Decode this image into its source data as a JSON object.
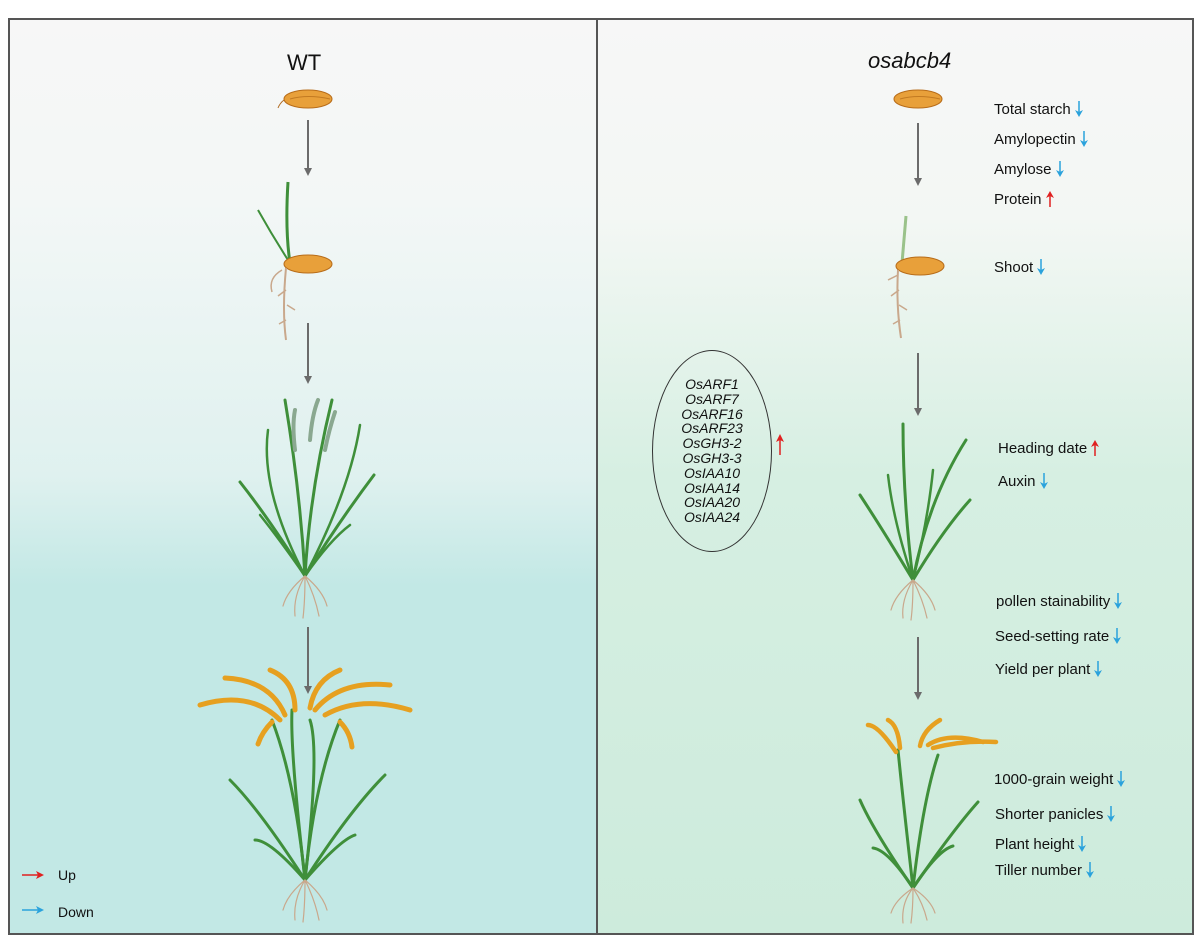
{
  "panels": {
    "wt": {
      "title": "WT"
    },
    "mutant": {
      "title": "osabcb4"
    }
  },
  "traits": [
    {
      "label": "Total starch",
      "direction": "down"
    },
    {
      "label": "Amylopectin",
      "direction": "down"
    },
    {
      "label": "Amylose",
      "direction": "down"
    },
    {
      "label": "Protein",
      "direction": "up"
    },
    {
      "label": "Shoot",
      "direction": "down"
    },
    {
      "label": "Heading date",
      "direction": "up"
    },
    {
      "label": "Auxin",
      "direction": "down"
    },
    {
      "label": "pollen stainability",
      "direction": "down"
    },
    {
      "label": "Seed-setting rate",
      "direction": "down"
    },
    {
      "label": "Yield per plant",
      "direction": "down"
    },
    {
      "label": "1000-grain weight",
      "direction": "down"
    },
    {
      "label": "Shorter panicles",
      "direction": "down"
    },
    {
      "label": "Plant height",
      "direction": "down"
    },
    {
      "label": "Tiller number",
      "direction": "down"
    }
  ],
  "genes": {
    "names": [
      "OsARF1",
      "OsARF7",
      "OsARF16",
      "OsARF23",
      "OsGH3-2",
      "OsGH3-3",
      "OsIAA10",
      "OsIAA14",
      "OsIAA20",
      "OsIAA24"
    ],
    "direction": "up"
  },
  "legend": {
    "up": "Up",
    "down": "Down"
  },
  "colors": {
    "up": "#e02020",
    "down": "#2aa2dc",
    "arrow": "#6b6b6b",
    "leaf": "#3f8f3a",
    "grain": "#e8a03a",
    "panicle": "#e6a020",
    "root": "#c9a88c"
  }
}
